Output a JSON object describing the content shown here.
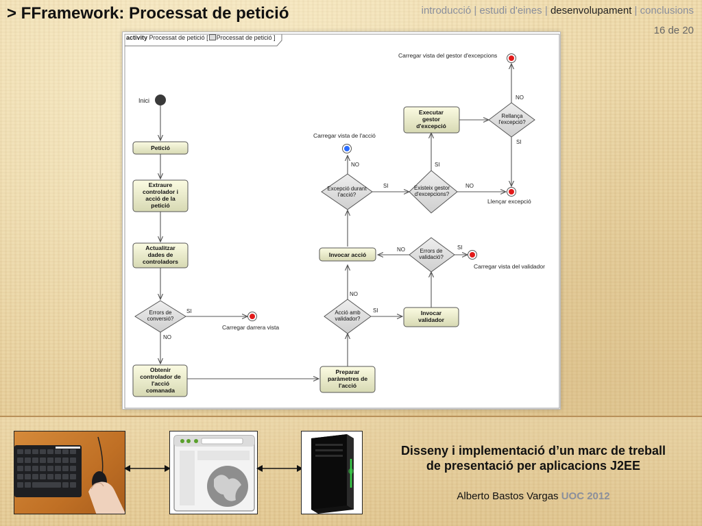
{
  "slide": {
    "title": "> FFramework: Processat de petició",
    "nav": {
      "items": [
        "introducció",
        "estudi d'eines",
        "desenvolupament",
        "conclusions"
      ],
      "active_index": 2,
      "separator": "|"
    },
    "page_number": "16 de 20"
  },
  "diagram": {
    "frame_keyword": "activity",
    "frame_name": "Processat de petició",
    "frame_tab_name": "Processat de petició",
    "nodes": {
      "initial_label": "Inici",
      "peticio": "Petició",
      "extraure": [
        "Extraure",
        "controlador i",
        "acció de la",
        "petició"
      ],
      "actualitzar": [
        "Actualitzar",
        "dades de",
        "controladors"
      ],
      "errors_conversio": [
        "Errors de",
        "conversió?"
      ],
      "carregar_darrera_vista": "Carregar darrera vista",
      "obtenir": [
        "Obtenir",
        "controlador de",
        "l'acció",
        "comanada"
      ],
      "preparar": [
        "Preparar",
        "paràmetres de",
        "l'acció"
      ],
      "accio_amb_validador": [
        "Acció amb",
        "validador?"
      ],
      "invocar_validador": [
        "Invocar",
        "validador"
      ],
      "errors_validacio": [
        "Errors de",
        "validació?"
      ],
      "carregar_vista_validador": "Carregar vista del validador",
      "invocar_accio": "Invocar acció",
      "excepcio_durant": [
        "Excepció durant",
        "l'acció?"
      ],
      "carregar_vista_accio": "Carregar vista de l'acció",
      "existeix_gestor": [
        "Existeix gestor",
        "d'excepcions?"
      ],
      "llencar_excepcio": "Llençar excepció",
      "executar_gestor": [
        "Executar",
        "gestor",
        "d'excepció"
      ],
      "rellanca": [
        "Rellança",
        "l'excepció?"
      ],
      "carregar_vista_gestor": "Carregar vista del gestor d'excepcions"
    },
    "guards": {
      "yes": "SI",
      "no": "NO"
    },
    "colors": {
      "action_fill_top": "#fbfbe2",
      "action_fill_bottom": "#d7d9b3",
      "decision_fill": "#dedede",
      "line": "#555555",
      "final_red": "#e21a1a",
      "final_blue": "#2a6cff"
    }
  },
  "footer": {
    "title_line1": "Disseny i implementació d’un marc de treball",
    "title_line2": "de presentació per aplicacions J2EE",
    "author": "Alberto Bastos Vargas",
    "org": "UOC 2012",
    "thumbnails": [
      "keyboard-and-mouse",
      "web-browser",
      "server"
    ]
  }
}
